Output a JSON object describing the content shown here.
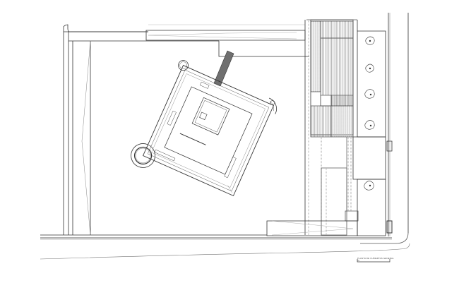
{
  "drawing": {
    "type": "architectural-roof-plan",
    "subject": "castle keep with corner towers on walled site",
    "caption": "PLANTA DE CUBIERTAS GENERAL",
    "line_color": "#333333",
    "hatch_color": "#555555",
    "background": "#ffffff"
  },
  "scale_bar": {
    "label": "PLANTA DE CUBIERTAS GENERAL"
  },
  "elements": {
    "site_boundary": "outer site wall",
    "castle_keep": "rotated square keep",
    "tower_large": "large round tower (southwest)",
    "tower_north": "small round tower (north)",
    "tower_east": "semi-circular tower (east)",
    "access_ramp": "hatched ramp to north",
    "hatched_roofs": "terraced hatched roof blocks (east)",
    "trees": "4 trees in east strip + 1 lower",
    "perimeter_road": "curved road edge (south)"
  }
}
